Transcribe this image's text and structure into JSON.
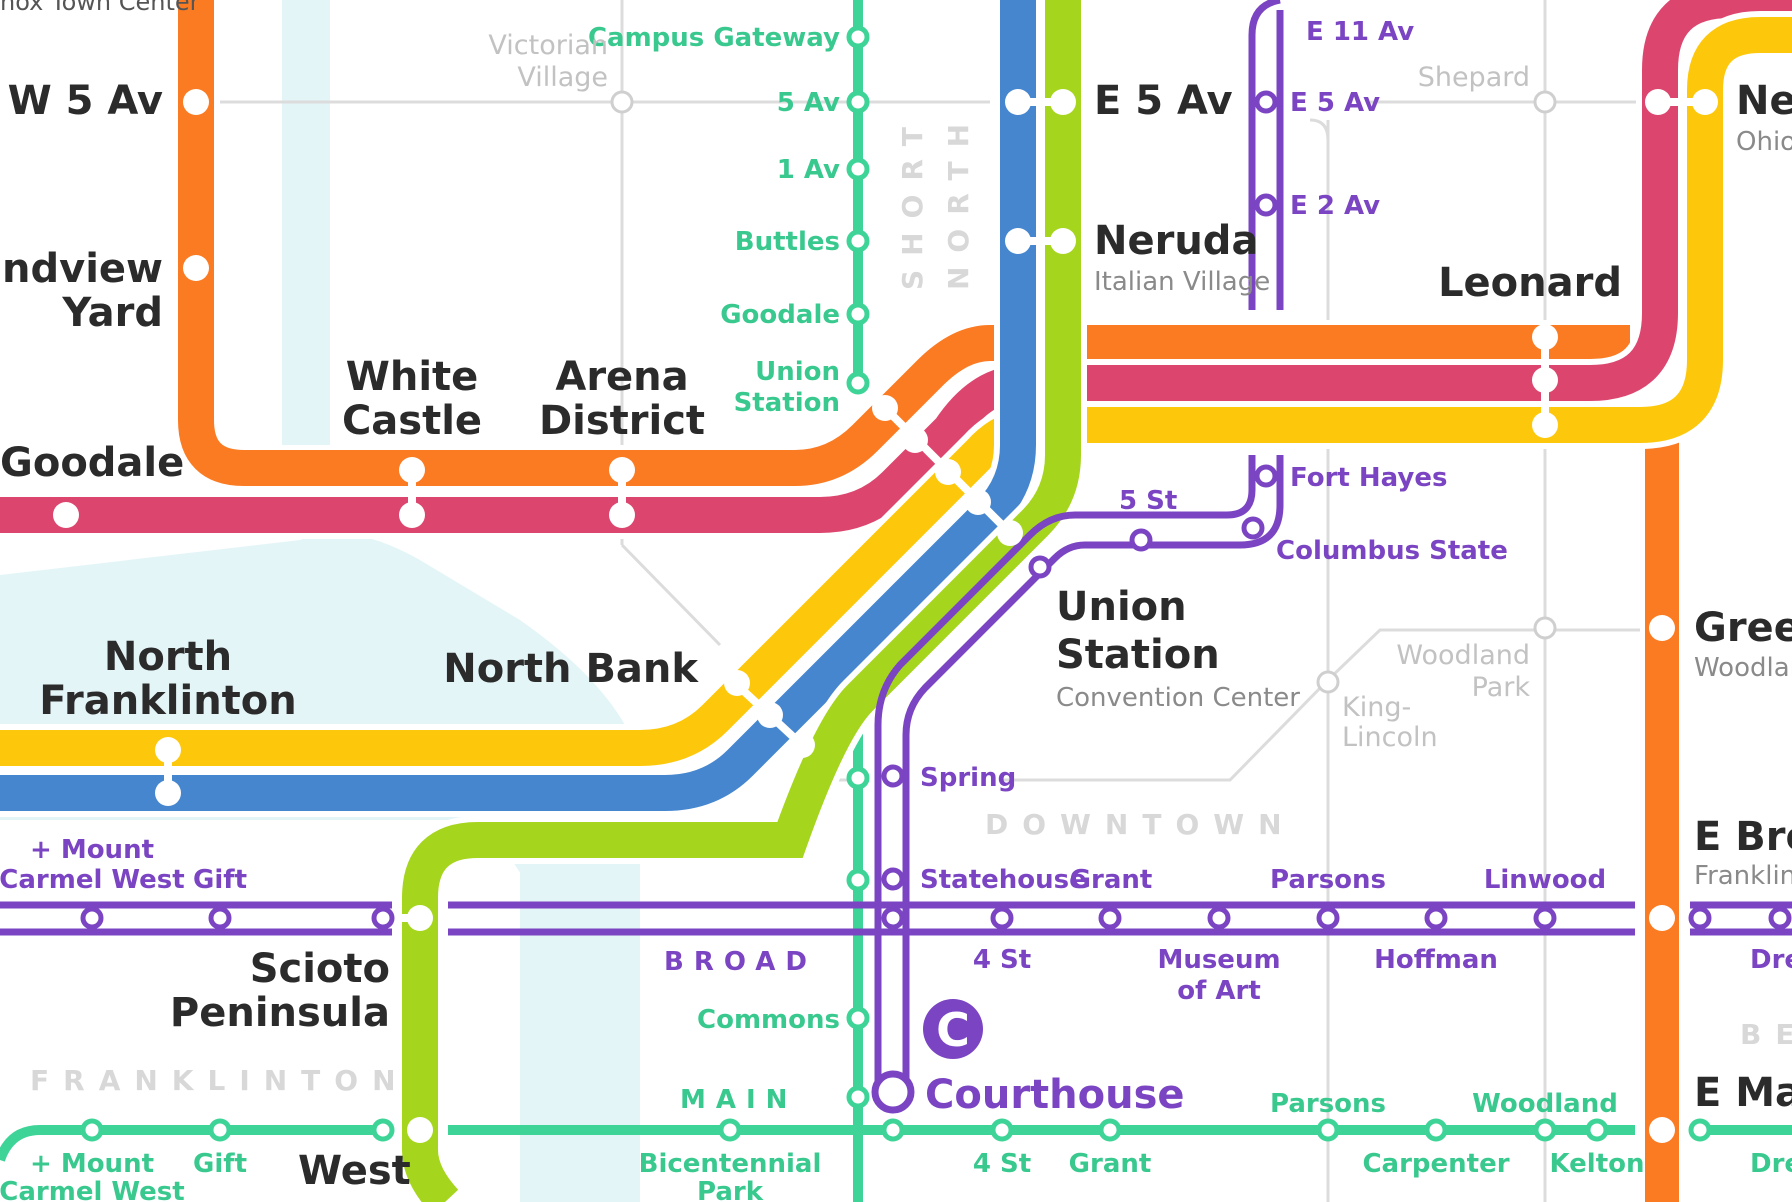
{
  "colors": {
    "orange": "#fb7b22",
    "red": "#dc466e",
    "yellow": "#fdc80b",
    "blue": "#4586cf",
    "lime": "#a6d51e",
    "purple": "#7a44c2",
    "teal": "#3ed497",
    "street_gray": "#dcdcdc",
    "water": "#e4f5f8"
  },
  "stations": {
    "w5av": "W 5 Av",
    "grandview1": "randview",
    "grandview2": "Yard",
    "goodale_w": "Goodale",
    "white_castle1": "White",
    "white_castle2": "Castle",
    "arena1": "Arena",
    "arena2": "District",
    "north_franklinton1": "North",
    "north_franklinton2": "Franklinton",
    "north_bank": "North Bank",
    "e5av": "E 5 Av",
    "neruda": "Neruda",
    "neruda_sub": "Italian Village",
    "leonard": "Leonard",
    "union1": "Union",
    "union2": "Station",
    "union_sub": "Convention Center",
    "scioto1": "Scioto",
    "scioto2": "Peninsula",
    "west": "West",
    "courthouse": "Courthouse",
    "green_cut": "Greer",
    "woodland_sub_cut": "Woodland",
    "ne_cut": "Nel",
    "ohio_cut": "Ohio D",
    "e_broad_cut": "E Bro",
    "franklin_cut": "Franklin P",
    "e_main_cut": "E Mai",
    "top_cut": "nox Town Center"
  },
  "teal_high_street": [
    "Campus Gateway",
    "5 Av",
    "1 Av",
    "Buttles",
    "Goodale",
    "Union",
    "Station",
    "Commons"
  ],
  "purple_labels": {
    "e11av": "E 11 Av",
    "e5av": "E 5 Av",
    "e2av": "E 2 Av",
    "fort_hayes": "Fort Hayes",
    "columbus_state": "Columbus State",
    "fifth_st": "5 St",
    "spring": "Spring",
    "statehouse": "Statehouse",
    "grant": "Grant",
    "parsons": "Parsons",
    "linwood": "Linwood",
    "fourth_st": "4 St",
    "museum1": "Museum",
    "museum2": "of Art",
    "hoffman": "Hoffman",
    "mount1": "+ Mount",
    "mount2": "Carmel West",
    "gift": "Gift",
    "drex_cut": "Drex",
    "c_badge": "C"
  },
  "teal_main_labels": {
    "mount1": "+ Mount",
    "mount2": "Carmel West",
    "gift": "Gift",
    "bicentennial1": "Bicentennial",
    "bicentennial2": "Park",
    "fourth_st": "4 St",
    "grant": "Grant",
    "parsons": "Parsons",
    "woodland": "Woodland",
    "carpenter": "Carpenter",
    "kelton": "Kelton",
    "drex_cut": "Drex"
  },
  "ghost_labels": {
    "victorian1": "Victorian",
    "victorian2": "Village",
    "shepard": "Shepard",
    "woodland1": "Woodland",
    "woodland2": "Park",
    "king1": "King-",
    "king2": "Lincoln"
  },
  "districts": {
    "short": "SHORT",
    "north": "NORTH",
    "downtown": "DOWNTOWN",
    "franklinton": "FRANKLINTON",
    "be_cut": "BE"
  },
  "streets": {
    "broad": "BROAD",
    "main": "MAIN"
  }
}
